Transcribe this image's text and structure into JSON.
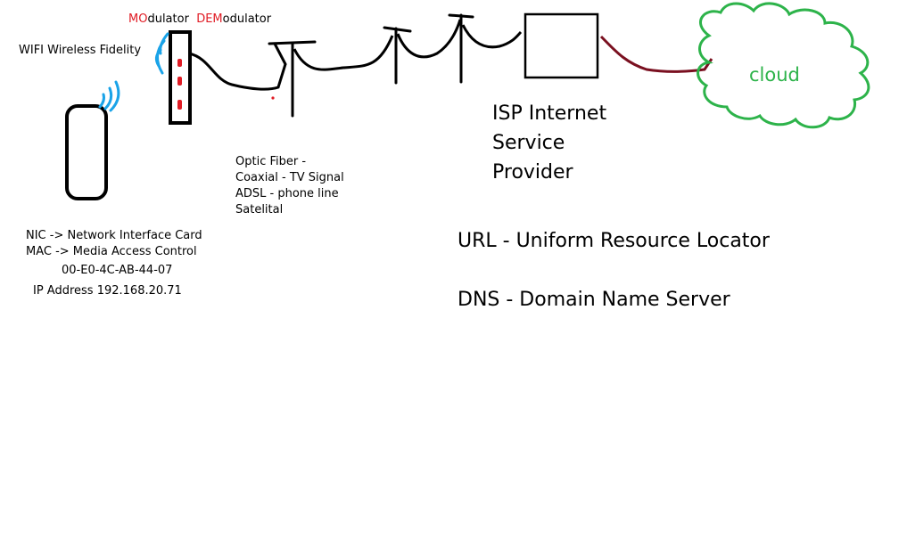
{
  "colors": {
    "ink": "#000000",
    "wifi_waves": "#1aa3e8",
    "modem_lights": "#e01b24",
    "highlight_text": "#e01b24",
    "cloud": "#2db34a",
    "isp_cable": "#7a1020"
  },
  "modem": {
    "mo_highlight": "MO",
    "mo_rest": "dulator",
    "dem_highlight": "DEM",
    "dem_rest": "odulator"
  },
  "wifi": {
    "label": "WIFI Wireless Fidelity"
  },
  "connections": {
    "line1": "Optic Fiber -",
    "line2": "Coaxial - TV Signal",
    "line3": "ADSL - phone line",
    "line4": "Satelital"
  },
  "isp": {
    "line1": "ISP Internet",
    "line2": "Service",
    "line3": "Provider"
  },
  "cloud": {
    "label": "cloud"
  },
  "device": {
    "nic": "NIC -> Network Interface Card",
    "mac": "MAC -> Media Access Control",
    "mac_address": "00-E0-4C-AB-44-07",
    "ip": "IP Address 192.168.20.71"
  },
  "glossary": {
    "url": "URL - Uniform Resource Locator",
    "dns": "DNS - Domain Name Server"
  }
}
